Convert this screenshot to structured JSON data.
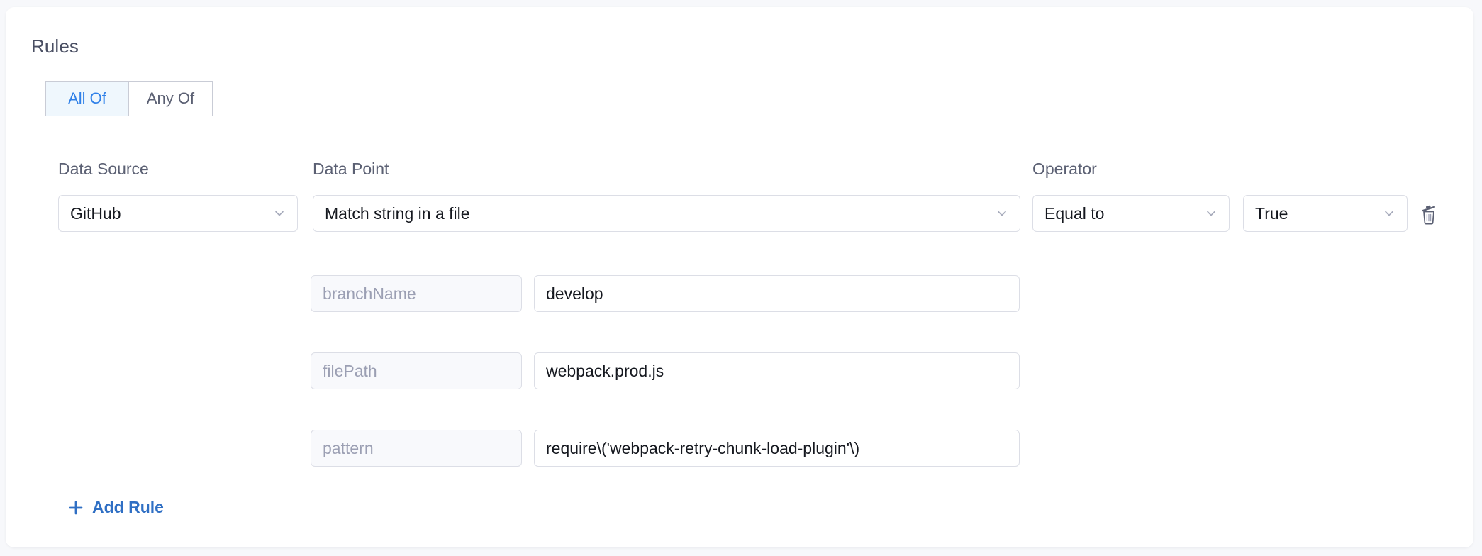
{
  "section": {
    "title": "Rules"
  },
  "match_toggle": {
    "options": [
      {
        "label": "All Of",
        "active": true
      },
      {
        "label": "Any Of",
        "active": false
      }
    ]
  },
  "columns": {
    "data_source": "Data Source",
    "data_point": "Data Point",
    "operator": "Operator"
  },
  "rule": {
    "data_source": {
      "value": "GitHub",
      "icon": "chevron-down-icon"
    },
    "data_point": {
      "value": "Match string in a file",
      "icon": "chevron-down-icon"
    },
    "operator": {
      "value": "Equal to",
      "icon": "chevron-down-icon"
    },
    "operand": {
      "value": "True",
      "icon": "chevron-down-icon"
    },
    "delete": {
      "icon": "trash-icon"
    },
    "parameters": [
      {
        "key": "branchName",
        "value": "develop"
      },
      {
        "key": "filePath",
        "value": "webpack.prod.js"
      },
      {
        "key": "pattern",
        "value": "require\\('webpack-retry-chunk-load-plugin'\\)"
      }
    ]
  },
  "add_rule": {
    "label": "Add Rule",
    "icon": "plus-icon"
  },
  "colors": {
    "accent_blue": "#2f80e8",
    "link_blue": "#2f6fc4",
    "toggle_active_bg": "#eff7fd",
    "label_gray": "#5b6073",
    "placeholder_gray": "#9b9fb3",
    "border_gray": "#dcdee6",
    "card_bg": "#ffffff",
    "page_bg": "#f7f8fb"
  }
}
